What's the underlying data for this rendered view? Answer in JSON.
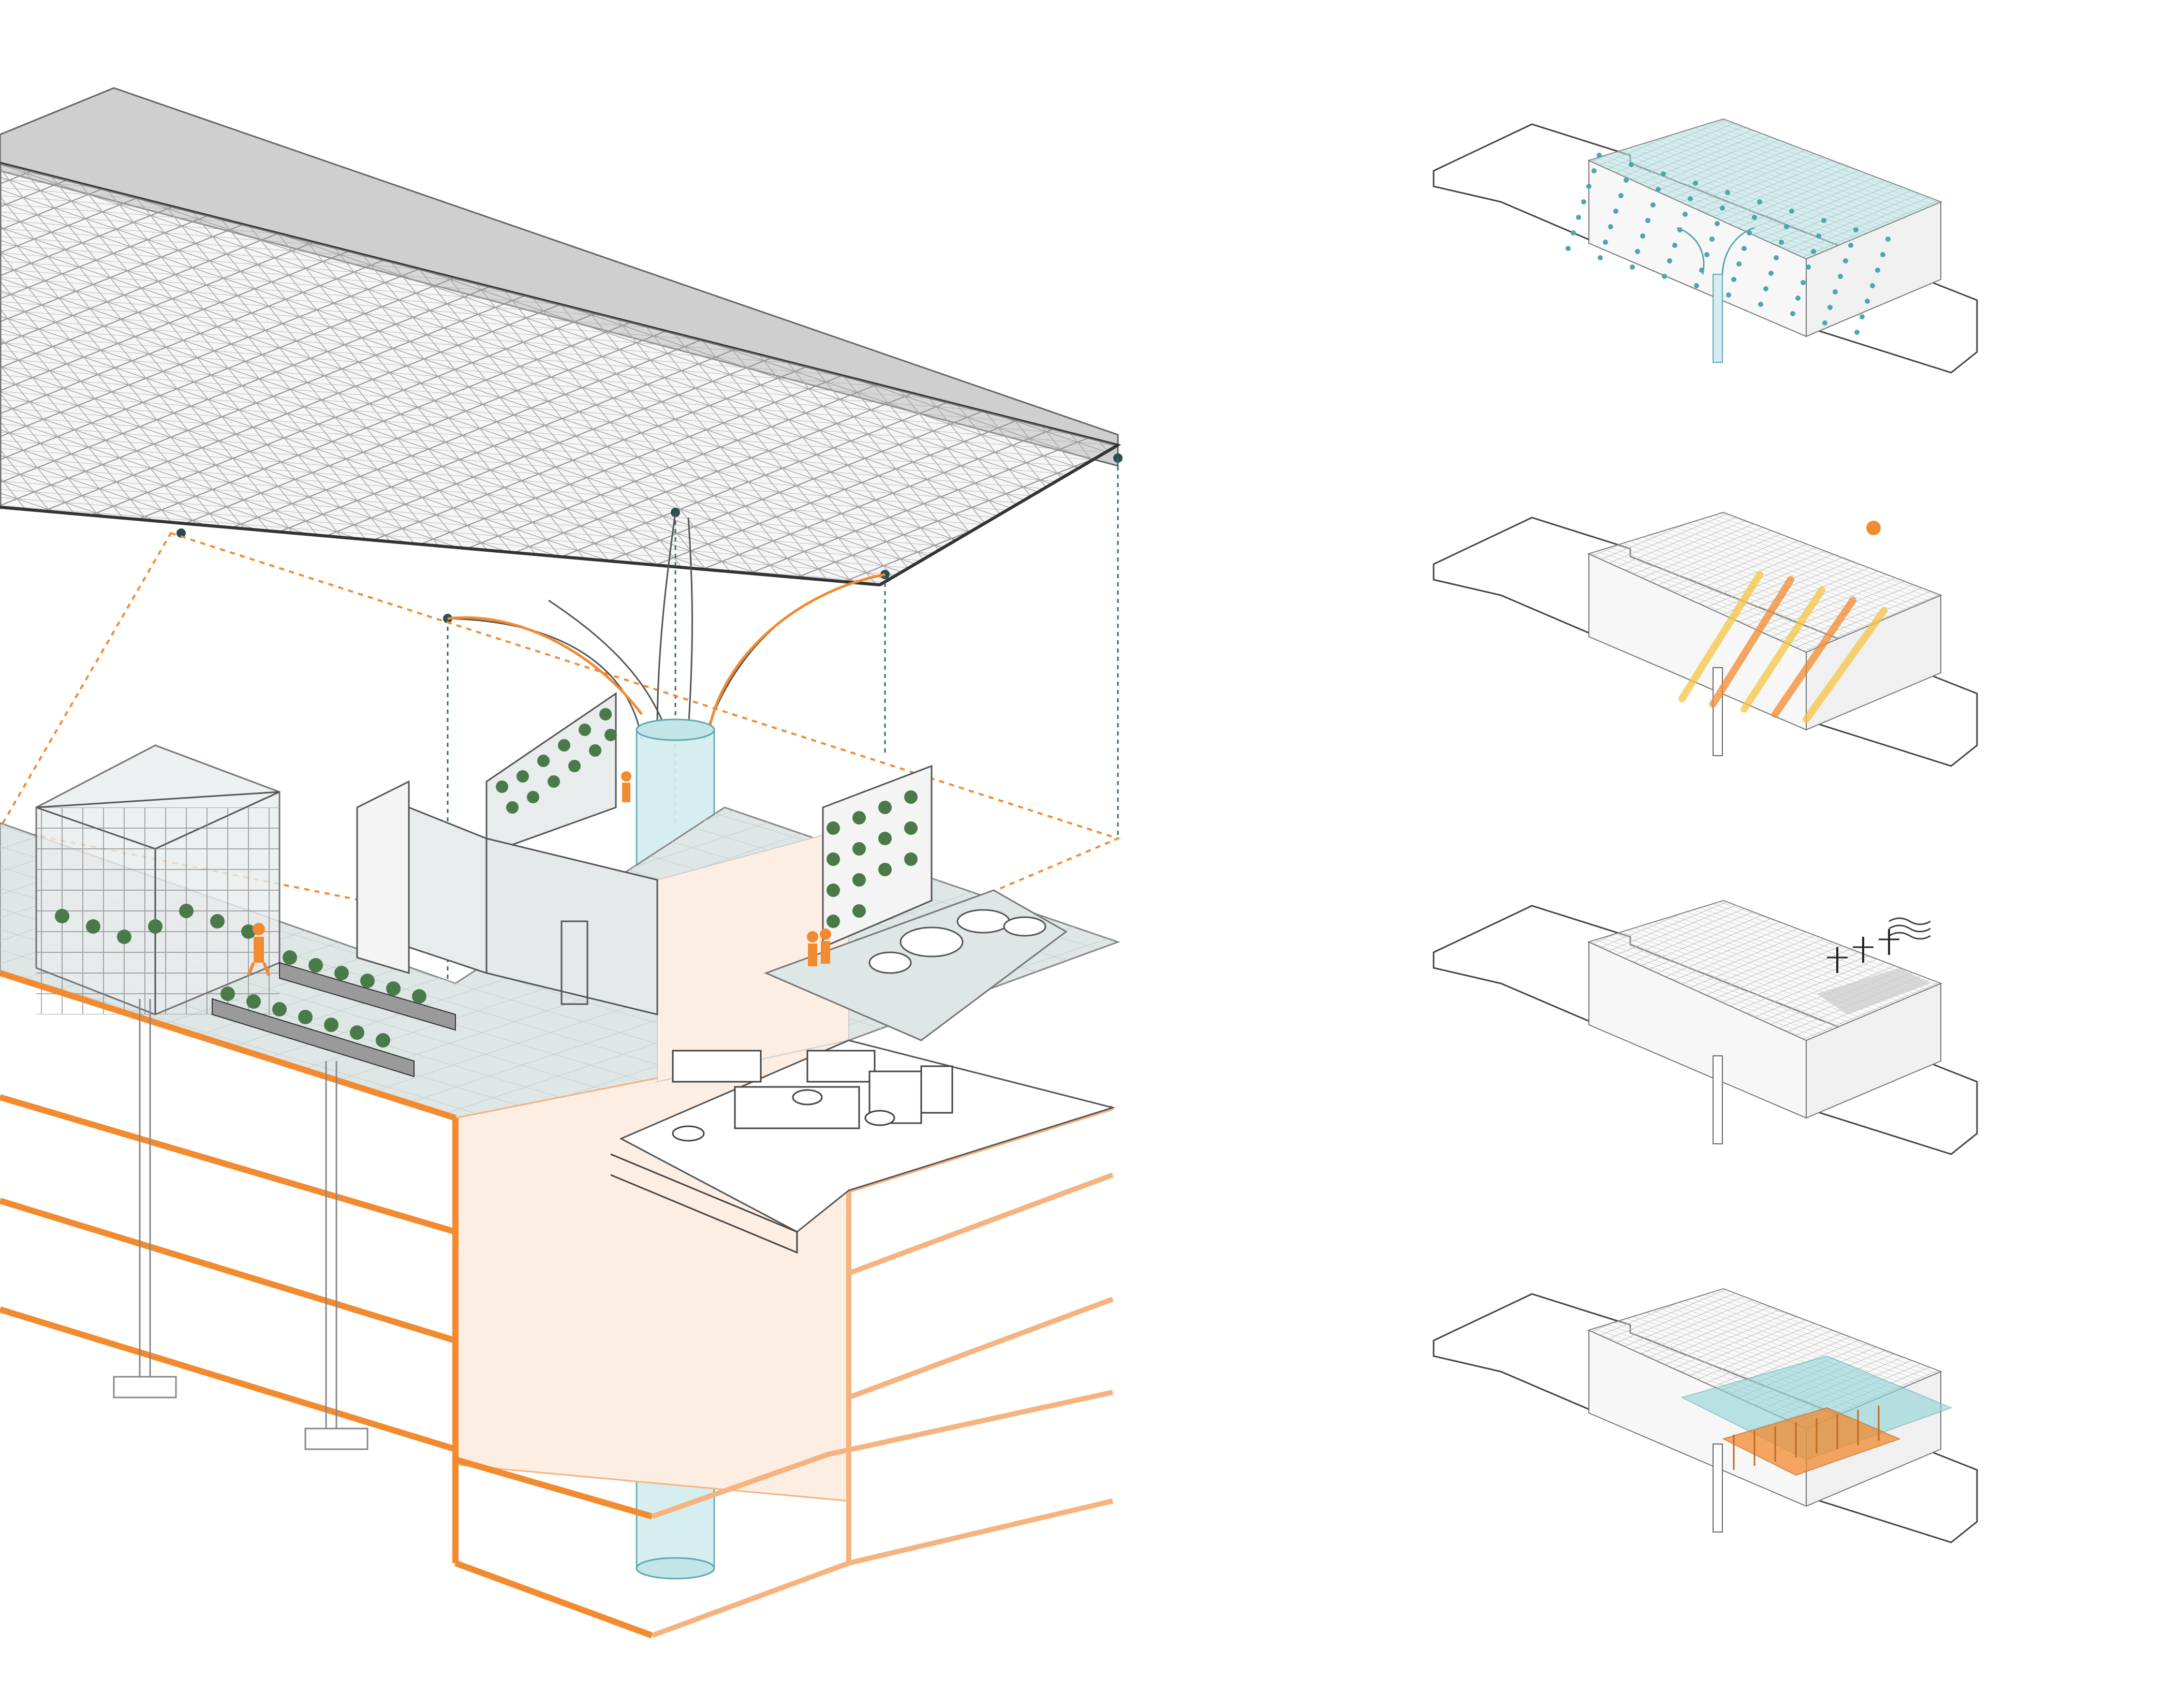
{
  "diagram": {
    "main_view": "exploded-axonometric-section",
    "small_views": [
      {
        "id": "rainwater",
        "highlight": "roof-water-collection"
      },
      {
        "id": "solar",
        "highlight": "sun-rays"
      },
      {
        "id": "ventilation",
        "highlight": "wind-turbines"
      },
      {
        "id": "thermal",
        "highlight": "heating-cooling-floors"
      }
    ]
  },
  "colors": {
    "accent_orange": "#f28a30",
    "light_orange": "#f6b380",
    "pale_orange": "#fdeee4",
    "floor_gray": "#dfe6e6",
    "water_cyan": "#8fd3d6",
    "column_cyan": "#d3edf0",
    "plant_green": "#4a7a4a",
    "line_gray": "#555555",
    "roof_gray": "#cfcfcf",
    "sun_yellow": "#f5c542"
  },
  "icons": [
    "sun-icon",
    "wind-icon",
    "person-icon",
    "plant-icon"
  ]
}
